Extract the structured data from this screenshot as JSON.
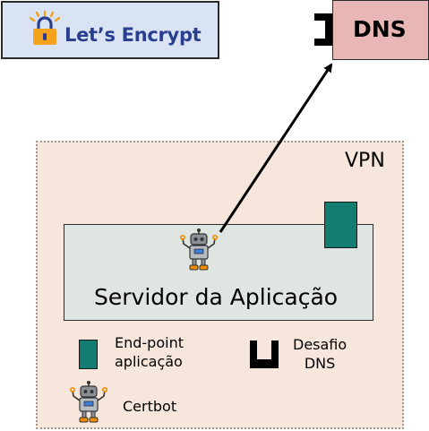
{
  "lets_encrypt": {
    "label": "Let’s Encrypt"
  },
  "dns": {
    "label": "DNS"
  },
  "vpn": {
    "label": "VPN"
  },
  "server": {
    "label": "Servidor da Aplicação"
  },
  "legend": {
    "endpoint_line1": "End-point",
    "endpoint_line2": "aplicação",
    "dns_challenge_line1": "Desafio",
    "dns_challenge_line2": "DNS",
    "certbot": "Certbot"
  },
  "colors": {
    "endpoint": "#147d72",
    "dns_box": "#e8b6b4",
    "lets_encrypt_box": "#dae3f3",
    "vpn_area": "#f6e6dc",
    "server_box": "#dfe5e1"
  },
  "icons": [
    "lock-icon",
    "dns-challenge-icon",
    "robot-icon"
  ]
}
